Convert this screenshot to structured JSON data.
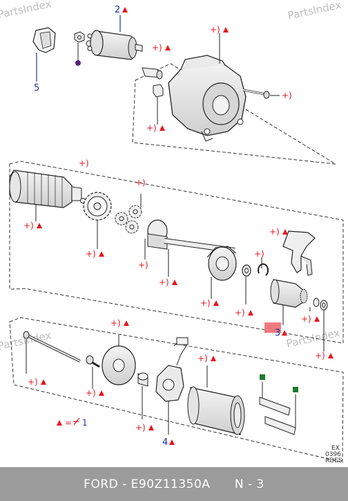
{
  "watermark": "PartsIndex",
  "callouts": {
    "item_2": "2",
    "item_3": "3",
    "item_4": "4",
    "item_5": "5",
    "plus_paren": "+)"
  },
  "legend": {
    "equals": "=",
    "value": "1"
  },
  "corner_code": {
    "line1": "EX",
    "line2": "0396",
    "line3": "RDES"
  },
  "footer": {
    "part_label": "FORD - E90Z11350A",
    "page_label": "N - 3"
  },
  "colors": {
    "red": "#e8141b",
    "blue": "#1b33a8",
    "green": "#1f7a31",
    "purple": "#5a1f7a",
    "highlight": "#f07a7d",
    "line": "#222222",
    "footer_bg": "#9b9b9b"
  },
  "icons": {
    "triangle": "triangle-marker-icon",
    "square": "green-square-marker-icon",
    "dot": "purple-dot-marker-icon"
  }
}
